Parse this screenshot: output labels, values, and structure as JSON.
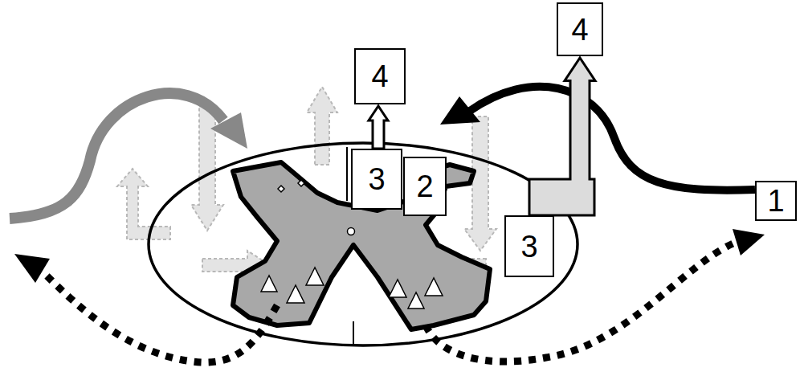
{
  "diagram": {
    "nodes": [
      {
        "text": [
          "4"
        ]
      },
      {
        "text": [
          "4"
        ]
      },
      {
        "text": [
          "3"
        ]
      },
      {
        "text": [
          "2"
        ]
      },
      {
        "text": [
          "3"
        ]
      },
      {
        "text": [
          "1"
        ]
      }
    ],
    "edges": [
      {
        "from": 2,
        "to": 0,
        "arrow": "to"
      },
      {
        "from": 4,
        "to": 1,
        "arrow": "to"
      }
    ]
  }
}
